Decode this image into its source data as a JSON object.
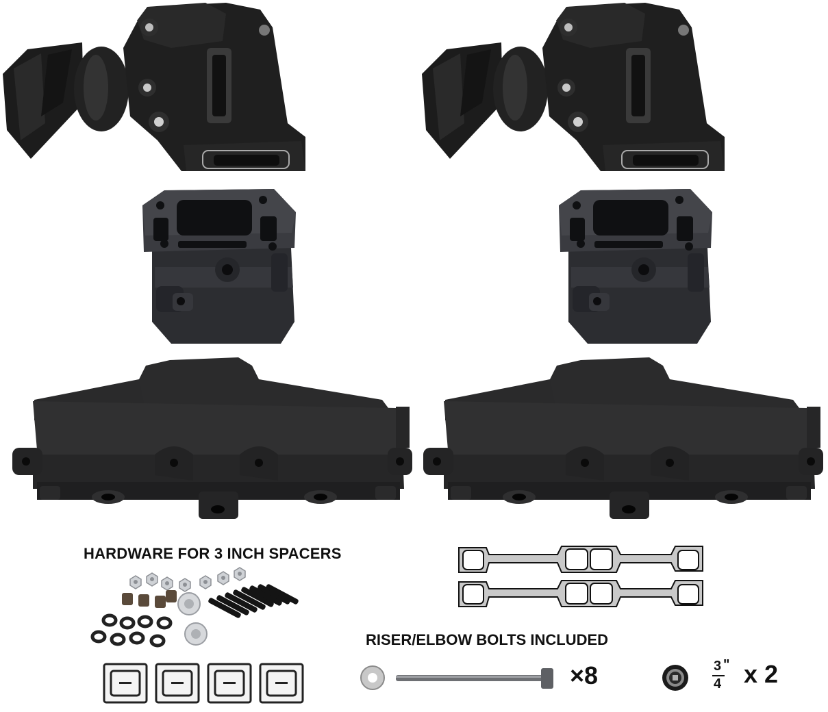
{
  "labels": {
    "hardware_title": "HARDWARE FOR 3 INCH SPACERS",
    "bolts_title": "RISER/ELBOW BOLTS INCLUDED",
    "bolt_mult": "×8",
    "fitting_frac_num": "3",
    "fitting_frac_den": "4",
    "fitting_inch_mark": "\"",
    "fitting_mult": "x 2"
  },
  "components": [
    {
      "name": "exhaust-elbow",
      "count": 2
    },
    {
      "name": "riser-spacer",
      "count": 2
    },
    {
      "name": "exhaust-manifold",
      "count": 2
    },
    {
      "name": "manifold-gasket",
      "count": 2
    },
    {
      "name": "spacer-gasket",
      "count": 4
    },
    {
      "name": "riser-bolt",
      "count": 8
    },
    {
      "name": "pipe-plug-fitting",
      "count": 2
    }
  ],
  "colors": {
    "casting": "#1e1e1e",
    "casting_mid": "#2c2c2e",
    "casting_spacer": "#303236",
    "gasket_fill": "#c9c9c9",
    "text": "#111111"
  }
}
